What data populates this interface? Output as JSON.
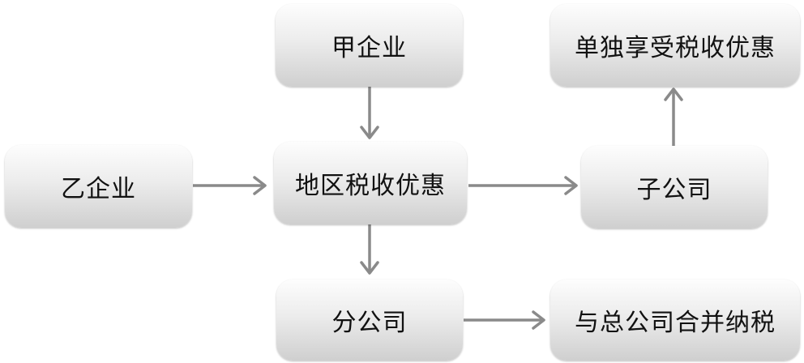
{
  "nodes": {
    "jia": "甲企业",
    "yi": "乙企业",
    "region": "地区税收优惠",
    "sub": "子公司",
    "exclusive": "单独享受税收优惠",
    "branch": "分公司",
    "merge": "与总公司合并纳税"
  },
  "edges": [
    {
      "from": "jia",
      "to": "region"
    },
    {
      "from": "yi",
      "to": "region"
    },
    {
      "from": "region",
      "to": "sub"
    },
    {
      "from": "sub",
      "to": "exclusive"
    },
    {
      "from": "region",
      "to": "branch"
    },
    {
      "from": "branch",
      "to": "merge"
    }
  ],
  "colors": {
    "arrow": "#8a8a8a",
    "box_top": "#fdfdfd",
    "box_bottom": "#cfcfcf"
  }
}
